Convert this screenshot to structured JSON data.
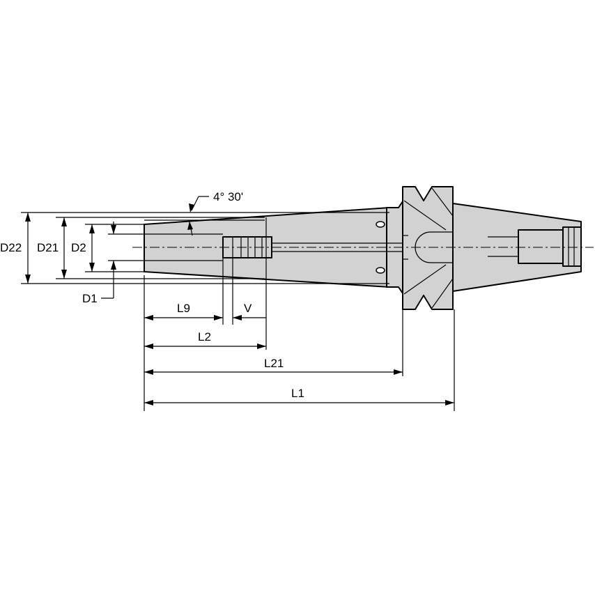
{
  "labels": {
    "angle": "4° 30'",
    "d22": "D22",
    "d21": "D21",
    "d2": "D2",
    "d1": "D1",
    "l9": "L9",
    "v": "V",
    "l2": "L2",
    "l21": "L21",
    "l1": "L1"
  }
}
